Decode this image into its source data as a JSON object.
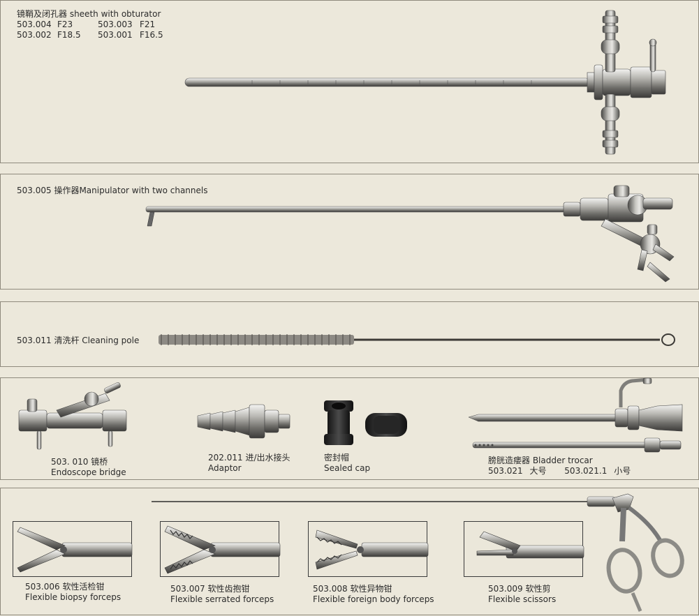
{
  "sheath": {
    "title": "镜鞘及闭孔器 sheeth with obturator",
    "codes": [
      [
        "503.004",
        "F23",
        "503.003",
        "F21"
      ],
      [
        "503.002",
        "F18.5",
        "503.001",
        "F16.5"
      ]
    ]
  },
  "manipulator": {
    "title": "503.005 操作器Manipulator with two channels"
  },
  "cleaning": {
    "title": "503.011 清洗杆 Cleaning pole"
  },
  "accessories": {
    "bridge": {
      "line1": "503. 010 镜桥",
      "line2": "Endoscope bridge"
    },
    "adaptor": {
      "line1": "202.011 进/出水接头",
      "line2": "Adaptor"
    },
    "cap": {
      "line1": "密封帽",
      "line2": "Sealed cap"
    },
    "trocar": {
      "line1": "膀胱造瘘器  Bladder trocar",
      "code1": "503.021",
      "size1": "大号",
      "code2": "503.021.1",
      "size2": "小号"
    }
  },
  "forceps": [
    {
      "code": "503.006 软性活检钳",
      "name": "Flexible biopsy forceps"
    },
    {
      "code": "503.007 软性齿抱钳",
      "name": "Flexible serrated forceps"
    },
    {
      "code": "503.008 软性异物钳",
      "name": "Flexible foreign body forceps"
    },
    {
      "code": "503.009 软性剪",
      "name": "Flexible scissors"
    }
  ],
  "colors": {
    "background": "#ece8db",
    "border": "#8f8a7d",
    "steel": "#8a8a86",
    "text": "#2b2b2b"
  }
}
